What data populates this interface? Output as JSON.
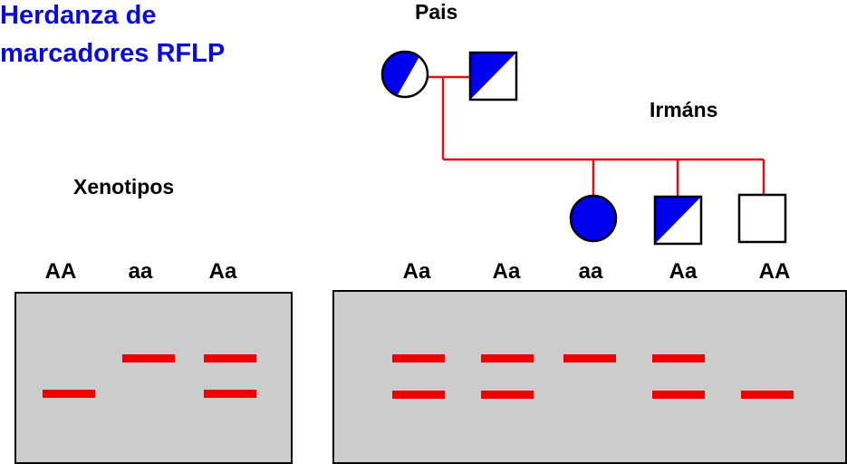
{
  "title": {
    "line1": "Herdanza de",
    "line2": "marcadores RFLP"
  },
  "labels": {
    "parents": "Pais",
    "siblings": "Irmáns",
    "genotypes": "Xenotipos"
  },
  "colors": {
    "title": "#0a0adc",
    "affected_fill": "#0000ee",
    "lines": "#e01010",
    "band": "#ee0000",
    "gel": "#cccccc"
  },
  "pedigree": {
    "parents": [
      {
        "sex": "female",
        "status": "carrier"
      },
      {
        "sex": "male",
        "status": "carrier"
      }
    ],
    "siblings": [
      {
        "sex": "female",
        "status": "affected"
      },
      {
        "sex": "male",
        "status": "carrier"
      },
      {
        "sex": "male",
        "status": "unaffected"
      }
    ]
  },
  "reference_gel": {
    "lanes": [
      {
        "genotype": "AA",
        "bands": [
          "lower"
        ]
      },
      {
        "genotype": "aa",
        "bands": [
          "upper"
        ]
      },
      {
        "genotype": "Aa",
        "bands": [
          "upper",
          "lower"
        ]
      }
    ]
  },
  "family_gel": {
    "lanes": [
      {
        "genotype": "Aa",
        "bands": [
          "upper",
          "lower"
        ]
      },
      {
        "genotype": "Aa",
        "bands": [
          "upper",
          "lower"
        ]
      },
      {
        "genotype": "aa",
        "bands": [
          "upper"
        ]
      },
      {
        "genotype": "Aa",
        "bands": [
          "upper",
          "lower"
        ]
      },
      {
        "genotype": "AA",
        "bands": [
          "lower"
        ]
      }
    ]
  }
}
